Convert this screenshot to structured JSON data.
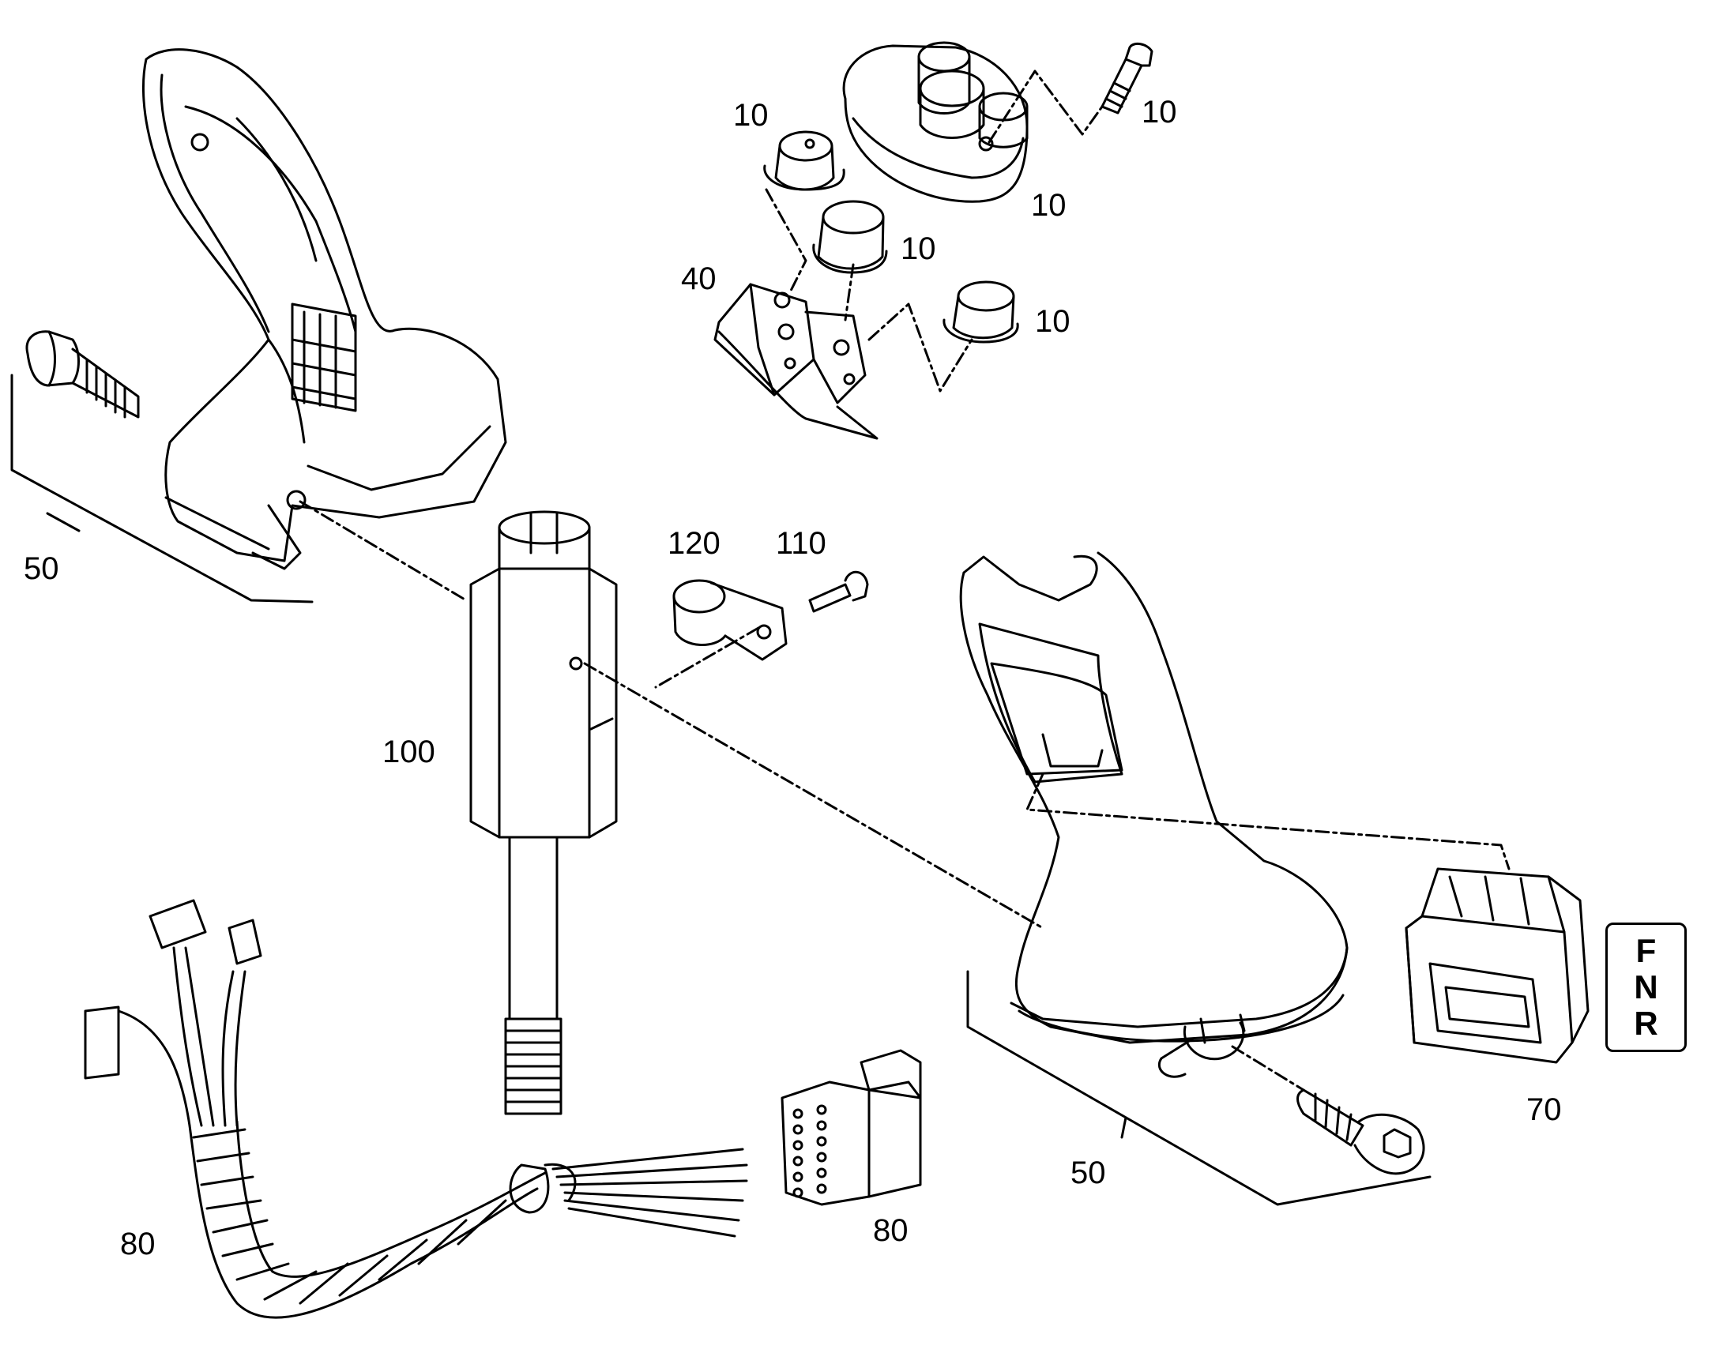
{
  "callouts": [
    {
      "id": "c10a",
      "text": "10"
    },
    {
      "id": "c10b",
      "text": "10"
    },
    {
      "id": "c10c",
      "text": "10"
    },
    {
      "id": "c10d",
      "text": "10"
    },
    {
      "id": "c10e",
      "text": "10"
    },
    {
      "id": "c40",
      "text": "40"
    },
    {
      "id": "c50a",
      "text": "50"
    },
    {
      "id": "c120",
      "text": "120"
    },
    {
      "id": "c110",
      "text": "110"
    },
    {
      "id": "c100",
      "text": "100"
    },
    {
      "id": "c50b",
      "text": "50"
    },
    {
      "id": "c70",
      "text": "70"
    },
    {
      "id": "c80a",
      "text": "80"
    },
    {
      "id": "c80b",
      "text": "80"
    }
  ],
  "switch_legend": {
    "forward": "F",
    "neutral": "N",
    "reverse": "R"
  }
}
